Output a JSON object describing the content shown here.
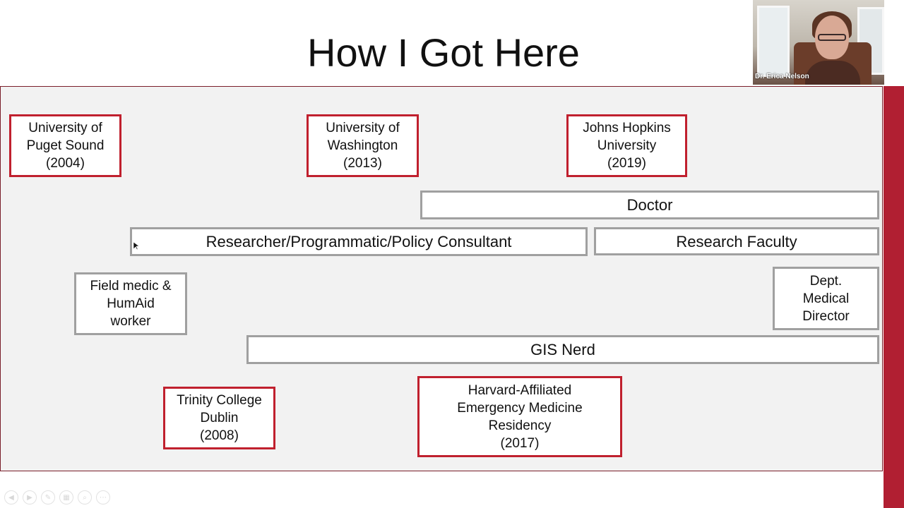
{
  "slide": {
    "title": "How I Got Here",
    "education": {
      "puget_sound": "University of\nPuget Sound\n(2004)",
      "washington": "University of\nWashington\n(2013)",
      "hopkins": "Johns Hopkins\nUniversity\n(2019)",
      "trinity": "Trinity College\nDublin\n(2008)",
      "harvard": "Harvard-Affiliated\nEmergency Medicine\nResidency\n(2017)"
    },
    "roles": {
      "doctor": "Doctor",
      "researcher": "Researcher/Programmatic/Policy Consultant",
      "research_faculty": "Research Faculty",
      "field_medic": "Field medic &\nHumAid\nworker",
      "medical_director": "Dept.\nMedical\nDirector",
      "gis": "GIS Nerd"
    }
  },
  "video": {
    "participant_name": "Dr. Erica Nelson"
  },
  "toolbar": {
    "icons": [
      "prev-icon",
      "next-icon",
      "pen-icon",
      "slides-icon",
      "zoom-icon",
      "more-icon"
    ]
  },
  "colors": {
    "accent_red": "#c0202e",
    "box_gray": "#a0a0a0",
    "panel_bg": "#f2f2f2",
    "strip_red": "#b11f32"
  }
}
